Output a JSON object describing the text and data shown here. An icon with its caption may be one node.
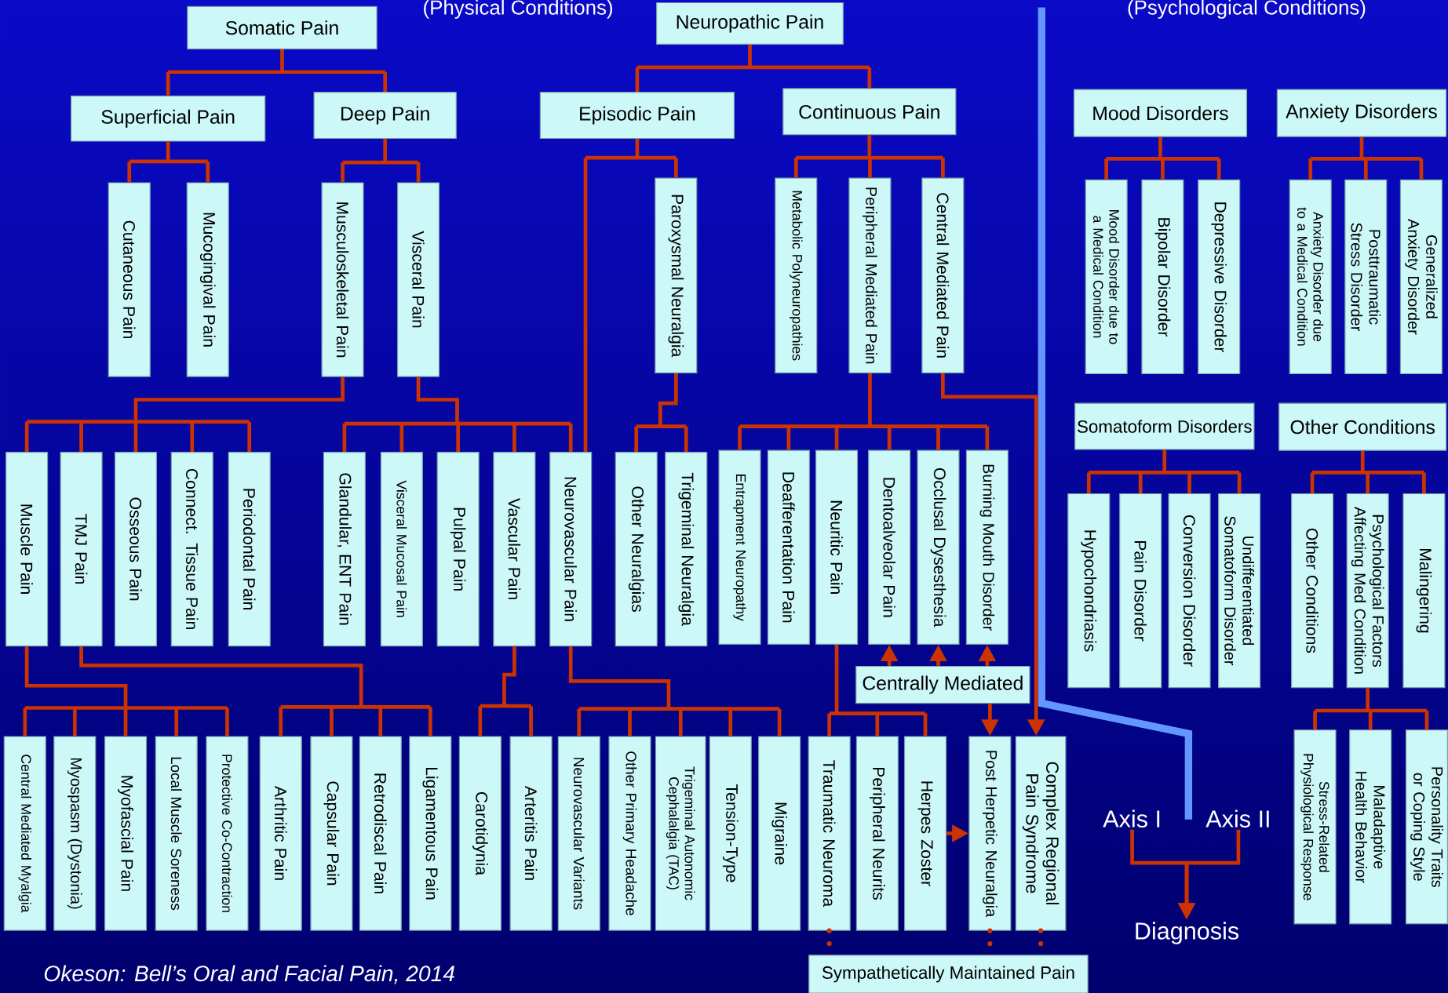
{
  "diagram": {
    "nodes": [
      {
        "text": [
          "Somatic Pain"
        ]
      },
      {
        "text": [
          "Superficial Pain"
        ]
      },
      {
        "text": [
          "Deep Pain"
        ]
      },
      {
        "text": [
          "Neuropathic Pain"
        ]
      },
      {
        "text": [
          "Episodic Pain"
        ]
      },
      {
        "text": [
          "Continuous Pain"
        ]
      },
      {
        "text": [
          "Cutaneous Pain"
        ]
      },
      {
        "text": [
          "Mucogingival Pain"
        ]
      },
      {
        "text": [
          "Musculoskeletal Pain"
        ]
      },
      {
        "text": [
          "Visceral Pain"
        ]
      },
      {
        "text": [
          "Paroxysmal Neuralgia"
        ]
      },
      {
        "text": [
          "Metabolic Polyneuropathies"
        ]
      },
      {
        "text": [
          "Peripheral Mediated Pain"
        ]
      },
      {
        "text": [
          "Central Mediated Pain"
        ]
      },
      {
        "text": [
          "Muscle Pain"
        ]
      },
      {
        "text": [
          "TMJ Pain"
        ]
      },
      {
        "text": [
          "Osseous Pain"
        ]
      },
      {
        "text": [
          "Connect. Tissue Pain"
        ]
      },
      {
        "text": [
          "Periodontal Pain"
        ]
      },
      {
        "text": [
          "Glandular, ENT Pain"
        ]
      },
      {
        "text": [
          "Visceral Mucosal Pain"
        ]
      },
      {
        "text": [
          "Pulpal Pain"
        ]
      },
      {
        "text": [
          "Vascular Pain"
        ]
      },
      {
        "text": [
          "Neurovascular Pain"
        ]
      },
      {
        "text": [
          "Other Neuralgias"
        ]
      },
      {
        "text": [
          "Trigeminal Neuralgia"
        ]
      },
      {
        "text": [
          "Entrapment Neuropathy"
        ]
      },
      {
        "text": [
          "Deafferentation Pain"
        ]
      },
      {
        "text": [
          "Neuritic Pain"
        ]
      },
      {
        "text": [
          "Dentoalveolar Pain"
        ]
      },
      {
        "text": [
          "Occlusal Dysesthesia"
        ]
      },
      {
        "text": [
          "Burning Mouth Disorder"
        ]
      },
      {
        "text": [
          "Centrally Mediated"
        ]
      },
      {
        "text": [
          "Central Mediated Myalgia"
        ]
      },
      {
        "text": [
          "Myospasm (Dystonia)"
        ]
      },
      {
        "text": [
          "Myofascial Pain"
        ]
      },
      {
        "text": [
          "Local Muscle Soreness"
        ]
      },
      {
        "text": [
          "Protective Co-Contraction"
        ]
      },
      {
        "text": [
          "Arthritic Pain"
        ]
      },
      {
        "text": [
          "Capsular Pain"
        ]
      },
      {
        "text": [
          "Retrodiscal Pain"
        ]
      },
      {
        "text": [
          "Ligamentous Pain"
        ]
      },
      {
        "text": [
          "Carotidynia"
        ]
      },
      {
        "text": [
          "Arteritis Pain"
        ]
      },
      {
        "text": [
          "Neurovascular Variants"
        ]
      },
      {
        "text": [
          "Other Primary Headache"
        ]
      },
      {
        "text": [
          "Trigeminal Autonomic Cephalalgia (TAC)"
        ]
      },
      {
        "text": [
          "Tension-Type"
        ]
      },
      {
        "text": [
          "Migraine"
        ]
      },
      {
        "text": [
          "Traumatic Neuroma"
        ]
      },
      {
        "text": [
          "Peripheral Neurits"
        ]
      },
      {
        "text": [
          "Herpes Zoster"
        ]
      },
      {
        "text": [
          "Post Herpetic Neuralgia"
        ]
      },
      {
        "text": [
          "Complex Regional Pain Syndrome"
        ]
      },
      {
        "text": [
          "Sympathetically Maintained Pain"
        ]
      },
      {
        "text": [
          "Mood Disorders"
        ]
      },
      {
        "text": [
          "Anxiety Disorders"
        ]
      },
      {
        "text": [
          "Mood Disorder due to a Medical Condition"
        ]
      },
      {
        "text": [
          "Bipolar Disorder"
        ]
      },
      {
        "text": [
          "Depressive Disorder"
        ]
      },
      {
        "text": [
          "Anxiety Disorder due to a Medical Condition"
        ]
      },
      {
        "text": [
          "Posttraumatic Stress Disorder"
        ]
      },
      {
        "text": [
          "Generalized Anxiety Disorder"
        ]
      },
      {
        "text": [
          "Somatoform Disorders"
        ]
      },
      {
        "text": [
          "Other Conditions"
        ]
      },
      {
        "text": [
          "Hypochondriasis"
        ]
      },
      {
        "text": [
          "Pain Disorder"
        ]
      },
      {
        "text": [
          "Conversion Disorder"
        ]
      },
      {
        "text": [
          "Undifferentiated Somatoform Disorder"
        ]
      },
      {
        "text": [
          "Other Conditions"
        ]
      },
      {
        "text": [
          "Psychological Factors Affecting Med Condition"
        ]
      },
      {
        "text": [
          "Malingering"
        ]
      },
      {
        "text": [
          "Stress-Related Physiological Response"
        ]
      },
      {
        "text": [
          "Maladaptive Health Behavior"
        ]
      },
      {
        "text": [
          "Personality Traits or Coping Style"
        ]
      },
      {
        "text": [
          "Axis I"
        ]
      },
      {
        "text": [
          "Axis II"
        ]
      },
      {
        "text": [
          "Diagnosis"
        ]
      }
    ],
    "edges": [
      {
        "from": 0,
        "to": 1,
        "arrow": "none"
      },
      {
        "from": 0,
        "to": 2,
        "arrow": "none"
      },
      {
        "from": 3,
        "to": 4,
        "arrow": "none"
      },
      {
        "from": 3,
        "to": 5,
        "arrow": "none"
      },
      {
        "from": 1,
        "to": 6,
        "arrow": "none"
      },
      {
        "from": 1,
        "to": 7,
        "arrow": "none"
      },
      {
        "from": 2,
        "to": 8,
        "arrow": "none"
      },
      {
        "from": 2,
        "to": 9,
        "arrow": "none"
      },
      {
        "from": 4,
        "to": 10,
        "arrow": "none"
      },
      {
        "from": 4,
        "to": 23,
        "arrow": "none"
      },
      {
        "from": 5,
        "to": 11,
        "arrow": "none"
      },
      {
        "from": 5,
        "to": 12,
        "arrow": "none"
      },
      {
        "from": 5,
        "to": 13,
        "arrow": "none"
      },
      {
        "from": 8,
        "to": 14,
        "arrow": "none"
      },
      {
        "from": 8,
        "to": 15,
        "arrow": "none"
      },
      {
        "from": 8,
        "to": 16,
        "arrow": "none"
      },
      {
        "from": 8,
        "to": 17,
        "arrow": "none"
      },
      {
        "from": 8,
        "to": 18,
        "arrow": "none"
      },
      {
        "from": 9,
        "to": 19,
        "arrow": "none"
      },
      {
        "from": 9,
        "to": 20,
        "arrow": "none"
      },
      {
        "from": 9,
        "to": 21,
        "arrow": "none"
      },
      {
        "from": 9,
        "to": 22,
        "arrow": "none"
      },
      {
        "from": 9,
        "to": 23,
        "arrow": "none"
      },
      {
        "from": 10,
        "to": 24,
        "arrow": "none"
      },
      {
        "from": 10,
        "to": 25,
        "arrow": "none"
      },
      {
        "from": 12,
        "to": 26,
        "arrow": "none"
      },
      {
        "from": 12,
        "to": 27,
        "arrow": "none"
      },
      {
        "from": 12,
        "to": 28,
        "arrow": "none"
      },
      {
        "from": 12,
        "to": 29,
        "arrow": "none"
      },
      {
        "from": 12,
        "to": 30,
        "arrow": "none"
      },
      {
        "from": 12,
        "to": 31,
        "arrow": "none"
      },
      {
        "from": 13,
        "to": 53,
        "arrow": "to"
      },
      {
        "from": 32,
        "to": 29,
        "arrow": "to"
      },
      {
        "from": 32,
        "to": 30,
        "arrow": "to"
      },
      {
        "from": 32,
        "to": 31,
        "arrow": "to"
      },
      {
        "from": 32,
        "to": 52,
        "arrow": "to"
      },
      {
        "from": 51,
        "to": 52,
        "arrow": "to"
      },
      {
        "from": 14,
        "to": 33,
        "arrow": "none"
      },
      {
        "from": 14,
        "to": 34,
        "arrow": "none"
      },
      {
        "from": 14,
        "to": 35,
        "arrow": "none"
      },
      {
        "from": 14,
        "to": 36,
        "arrow": "none"
      },
      {
        "from": 14,
        "to": 37,
        "arrow": "none"
      },
      {
        "from": 15,
        "to": 38,
        "arrow": "none"
      },
      {
        "from": 15,
        "to": 39,
        "arrow": "none"
      },
      {
        "from": 15,
        "to": 40,
        "arrow": "none"
      },
      {
        "from": 15,
        "to": 41,
        "arrow": "none"
      },
      {
        "from": 22,
        "to": 42,
        "arrow": "none"
      },
      {
        "from": 22,
        "to": 43,
        "arrow": "none"
      },
      {
        "from": 23,
        "to": 44,
        "arrow": "none"
      },
      {
        "from": 23,
        "to": 45,
        "arrow": "none"
      },
      {
        "from": 23,
        "to": 46,
        "arrow": "none"
      },
      {
        "from": 23,
        "to": 47,
        "arrow": "none"
      },
      {
        "from": 23,
        "to": 48,
        "arrow": "none"
      },
      {
        "from": 28,
        "to": 49,
        "arrow": "none"
      },
      {
        "from": 28,
        "to": 50,
        "arrow": "none"
      },
      {
        "from": 28,
        "to": 51,
        "arrow": "none"
      },
      {
        "from": 49,
        "to": 54,
        "arrow": "none",
        "style": "dashed"
      },
      {
        "from": 52,
        "to": 54,
        "arrow": "none",
        "style": "dashed"
      },
      {
        "from": 53,
        "to": 54,
        "arrow": "none",
        "style": "dashed"
      },
      {
        "from": 55,
        "to": 57,
        "arrow": "none"
      },
      {
        "from": 55,
        "to": 58,
        "arrow": "none"
      },
      {
        "from": 55,
        "to": 59,
        "arrow": "none"
      },
      {
        "from": 56,
        "to": 60,
        "arrow": "none"
      },
      {
        "from": 56,
        "to": 61,
        "arrow": "none"
      },
      {
        "from": 56,
        "to": 62,
        "arrow": "none"
      },
      {
        "from": 63,
        "to": 65,
        "arrow": "none"
      },
      {
        "from": 63,
        "to": 66,
        "arrow": "none"
      },
      {
        "from": 63,
        "to": 67,
        "arrow": "none"
      },
      {
        "from": 63,
        "to": 68,
        "arrow": "none"
      },
      {
        "from": 64,
        "to": 69,
        "arrow": "none"
      },
      {
        "from": 64,
        "to": 70,
        "arrow": "none"
      },
      {
        "from": 64,
        "to": 71,
        "arrow": "none"
      },
      {
        "from": 70,
        "to": 72,
        "arrow": "none"
      },
      {
        "from": 70,
        "to": 73,
        "arrow": "none"
      },
      {
        "from": 70,
        "to": 74,
        "arrow": "none"
      },
      {
        "from": 75,
        "to": 77,
        "arrow": "to"
      },
      {
        "from": 76,
        "to": 77,
        "arrow": "to"
      }
    ],
    "labels": [
      "(Physical Conditions)",
      "(Psychological Conditions)",
      "Okeson: Bell’s Oral and Facial Pain, 2014"
    ]
  }
}
